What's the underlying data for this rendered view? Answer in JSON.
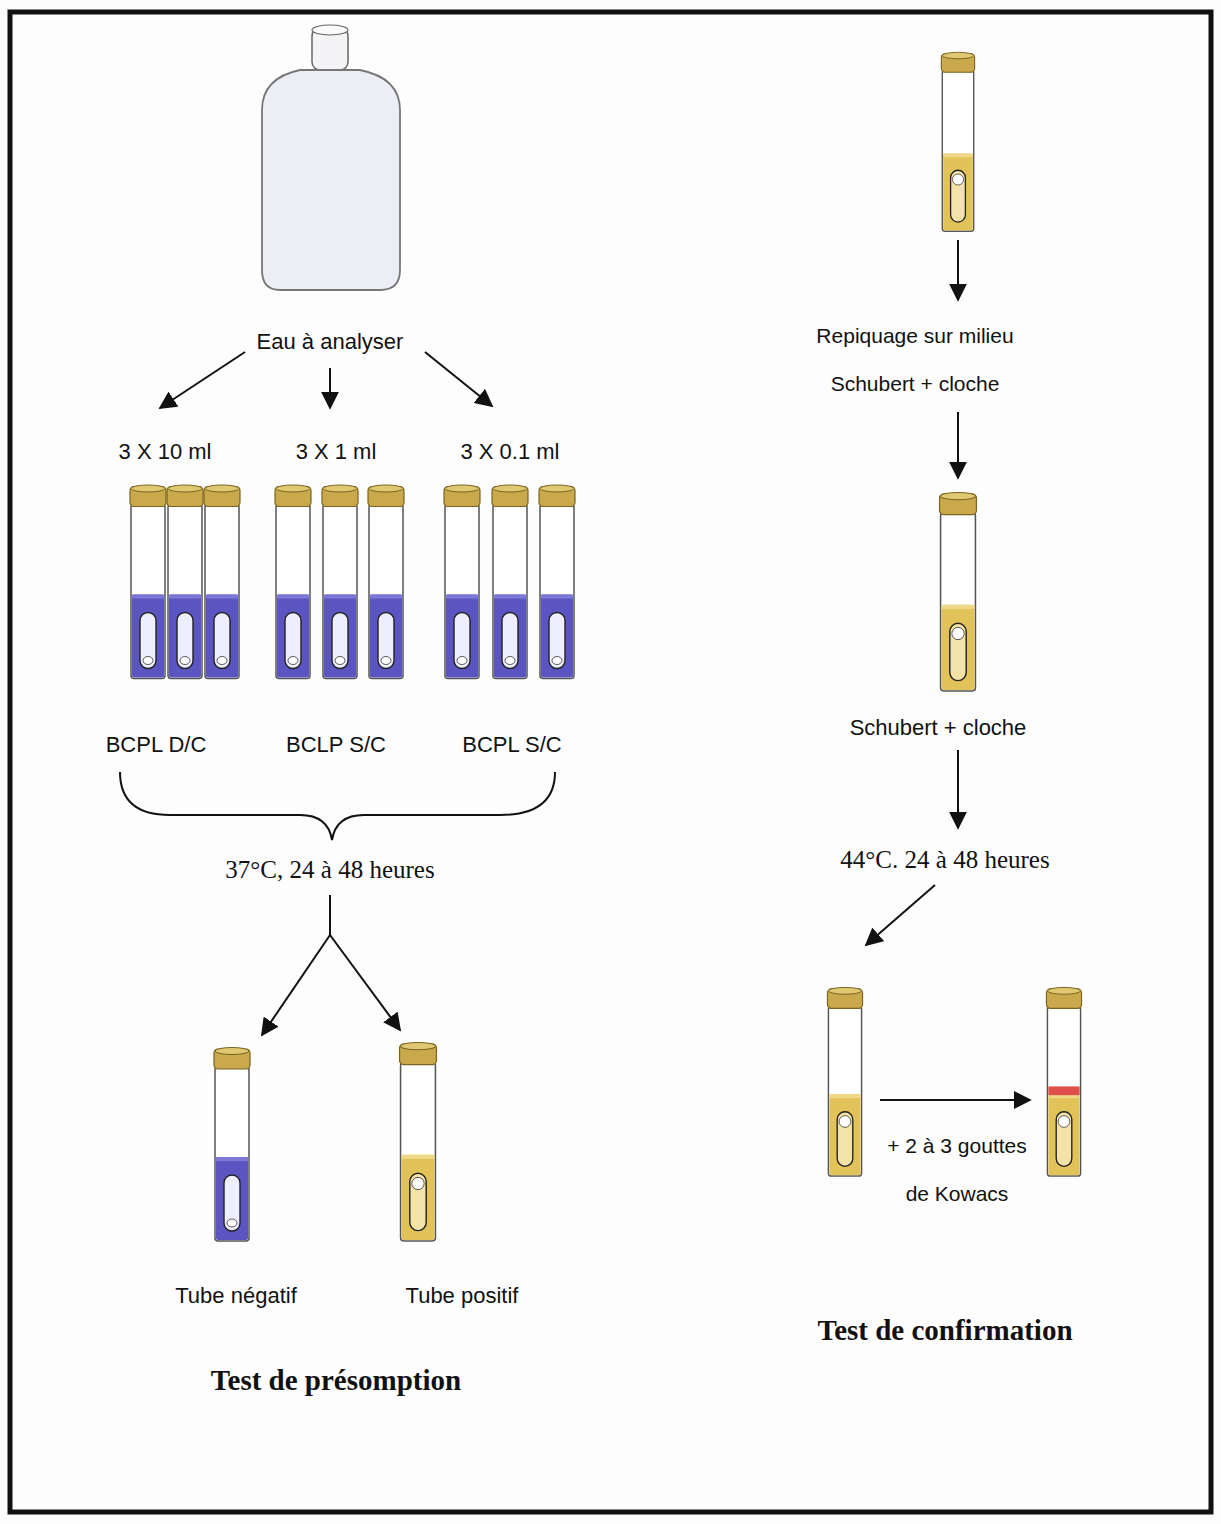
{
  "diagram": {
    "labels": [
      "Eau à analyser",
      "3 X 10 ml",
      "3 X 1 ml",
      "3 X 0.1 ml",
      "BCPL D/C",
      "BCLP S/C",
      "BCPL S/C",
      "37°C, 24 à 48 heures",
      "Tube négatif",
      "Tube positif",
      "Test de présomption",
      "Repiquage sur milieu Schubert + cloche",
      "Schubert + cloche",
      "44°C. 24 à 48 heures",
      "+ 2 à 3 gouttes de Kowacs",
      "Test de confirmation"
    ]
  }
}
